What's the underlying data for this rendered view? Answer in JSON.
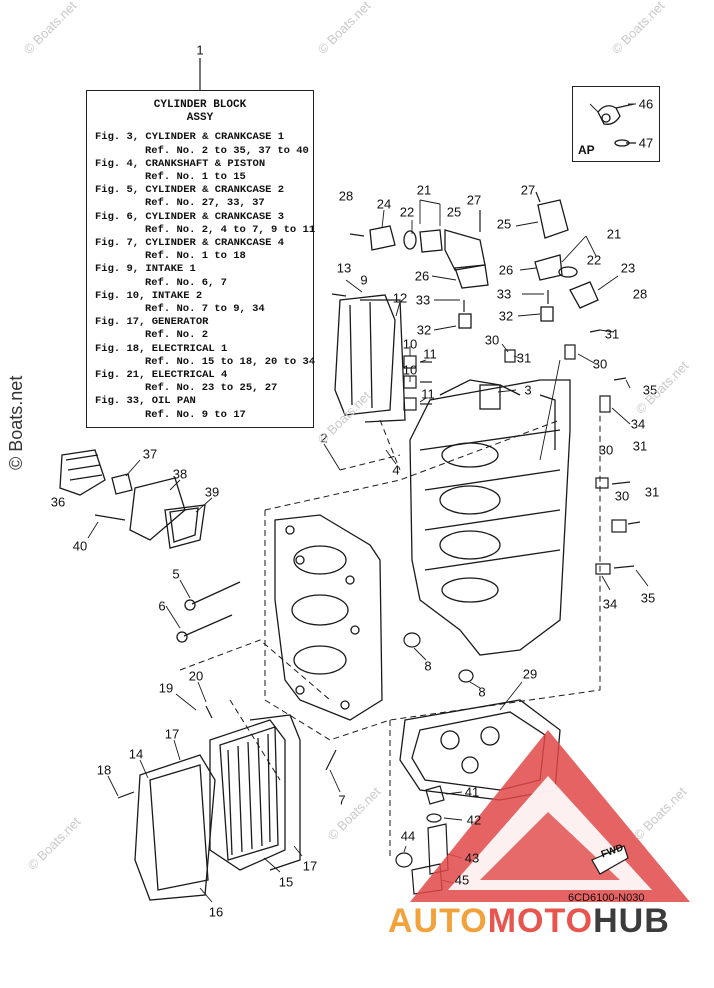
{
  "infobox": {
    "title": "CYLINDER BLOCK",
    "subtitle": "ASSY",
    "entries": [
      {
        "fig": "Fig. 3, CYLINDER & CRANKCASE 1",
        "ref": "Ref. No. 2 to 35, 37 to 40"
      },
      {
        "fig": "Fig. 4, CRANKSHAFT & PISTON",
        "ref": "Ref. No. 1 to 15"
      },
      {
        "fig": "Fig. 5, CYLINDER & CRANKCASE 2",
        "ref": "Ref. No. 27, 33, 37"
      },
      {
        "fig": "Fig. 6, CYLINDER & CRANKCASE 3",
        "ref": "Ref. No. 2, 4 to 7, 9 to 11"
      },
      {
        "fig": "Fig. 7, CYLINDER & CRANKCASE 4",
        "ref": "Ref. No. 1 to 18"
      },
      {
        "fig": "Fig. 9, INTAKE 1",
        "ref": "Ref. No. 6, 7"
      },
      {
        "fig": "Fig. 10, INTAKE 2",
        "ref": "Ref. No. 7 to 9, 34"
      },
      {
        "fig": "Fig. 17, GENERATOR",
        "ref": "Ref. No. 2"
      },
      {
        "fig": "Fig. 18, ELECTRICAL 1",
        "ref": "Ref. No. 15 to 18, 20 to 34"
      },
      {
        "fig": "Fig. 21, ELECTRICAL 4",
        "ref": "Ref. No. 23 to 25, 27"
      },
      {
        "fig": "Fig. 33, OIL PAN",
        "ref": "Ref. No. 9 to 17"
      }
    ]
  },
  "ap_label": "AP",
  "diagram_code": "6CD6100-N030",
  "fwd_label": "FWD",
  "watermark": "© Boats.net",
  "side_watermark": "© Boats.net",
  "brand": {
    "part1": "AUTO",
    "part2": "MOTO",
    "part3": "HUB"
  },
  "colors": {
    "line": "#1a1a1a",
    "brand_orange": "#f2a23a",
    "brand_red": "#e8554e",
    "brand_dark": "#3c3c3c",
    "triangle": "#e04848"
  },
  "callouts": [
    "1",
    "46",
    "47",
    "28",
    "24",
    "22",
    "21",
    "25",
    "27",
    "27",
    "25",
    "21",
    "22",
    "23",
    "26",
    "26",
    "28",
    "13",
    "9",
    "12",
    "33",
    "33",
    "32",
    "32",
    "31",
    "31",
    "10",
    "11",
    "10",
    "11",
    "30",
    "30",
    "35",
    "3",
    "34",
    "4",
    "2",
    "30",
    "31",
    "30",
    "31",
    "36",
    "37",
    "38",
    "39",
    "40",
    "5",
    "6",
    "34",
    "35",
    "8",
    "8",
    "19",
    "20",
    "29",
    "17",
    "14",
    "18",
    "7",
    "41",
    "42",
    "43",
    "44",
    "45",
    "16",
    "15",
    "17"
  ]
}
